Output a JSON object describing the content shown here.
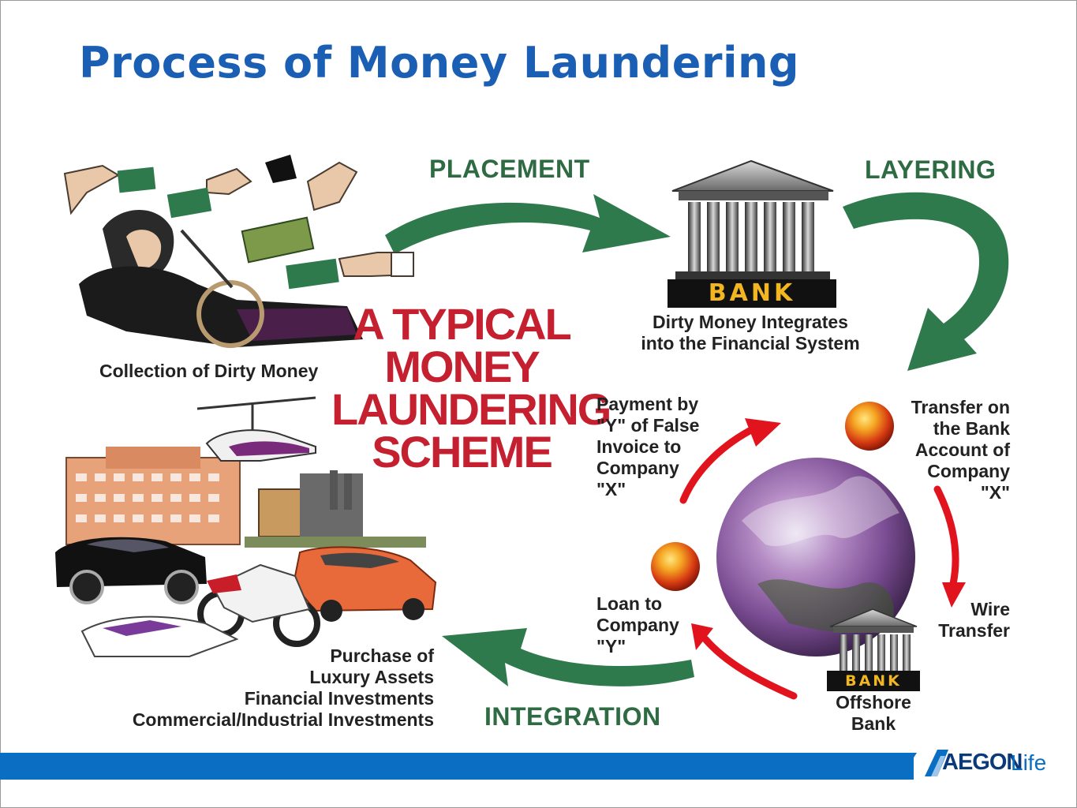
{
  "slide": {
    "title": "Process of Money Laundering"
  },
  "diagram": {
    "scheme_title": [
      "A TYPICAL",
      "MONEY",
      "LAUNDERING",
      "SCHEME"
    ],
    "stages": {
      "placement": "PLACEMENT",
      "layering": "LAYERING",
      "integration": "INTEGRATION"
    },
    "bank_sign": "BANK",
    "offshore_bank_sign": "BANK",
    "labels": {
      "collection": "Collection of Dirty Money",
      "integrates": [
        "Dirty Money Integrates",
        "into the Financial System"
      ],
      "transfer": [
        "Transfer on",
        "the Bank",
        "Account of",
        "Company",
        "\"X\""
      ],
      "wire": [
        "Wire",
        "Transfer"
      ],
      "offshore": [
        "Offshore",
        "Bank"
      ],
      "loan": [
        "Loan to",
        "Company",
        "\"Y\""
      ],
      "payment": [
        "Payment by",
        "\"Y\" of False",
        "Invoice to",
        "Company",
        "\"X\""
      ],
      "purchase": [
        "Purchase of",
        "Luxury Assets",
        "Financial Investments",
        "Commercial/Industrial Investments"
      ]
    },
    "colors": {
      "title_blue": "#1a5fb4",
      "stage_green": "#2e6b43",
      "arrow_green": "#2f7a4c",
      "scheme_red": "#c4202f",
      "cycle_red": "#e1141e",
      "bank_gold": "#f2b720"
    }
  },
  "footer": {
    "logo_main": "AEGON",
    "logo_sub": "Life"
  }
}
